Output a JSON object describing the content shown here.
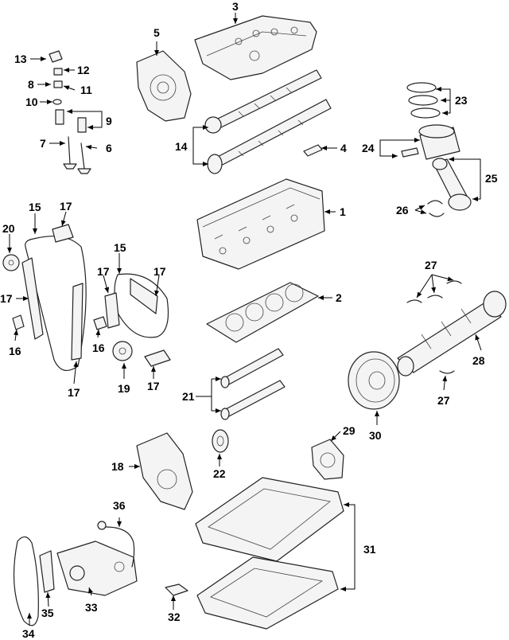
{
  "callouts": {
    "c1": "1",
    "c2": "2",
    "c3": "3",
    "c4": "4",
    "c5": "5",
    "c6": "6",
    "c7": "7",
    "c8": "8",
    "c9": "9",
    "c10": "10",
    "c11": "11",
    "c12": "12",
    "c13": "13",
    "c14": "14",
    "c15a": "15",
    "c15b": "15",
    "c16a": "16",
    "c16b": "16",
    "c17a": "17",
    "c17b": "17",
    "c17c": "17",
    "c17d": "17",
    "c17e": "17",
    "c17f": "17",
    "c18": "18",
    "c19": "19",
    "c20": "20",
    "c21": "21",
    "c22": "22",
    "c23": "23",
    "c24": "24",
    "c25": "25",
    "c26": "26",
    "c27a": "27",
    "c27b": "27",
    "c28": "28",
    "c29": "29",
    "c30": "30",
    "c31": "31",
    "c32": "32",
    "c33": "33",
    "c34": "34",
    "c35": "35",
    "c36": "36"
  }
}
